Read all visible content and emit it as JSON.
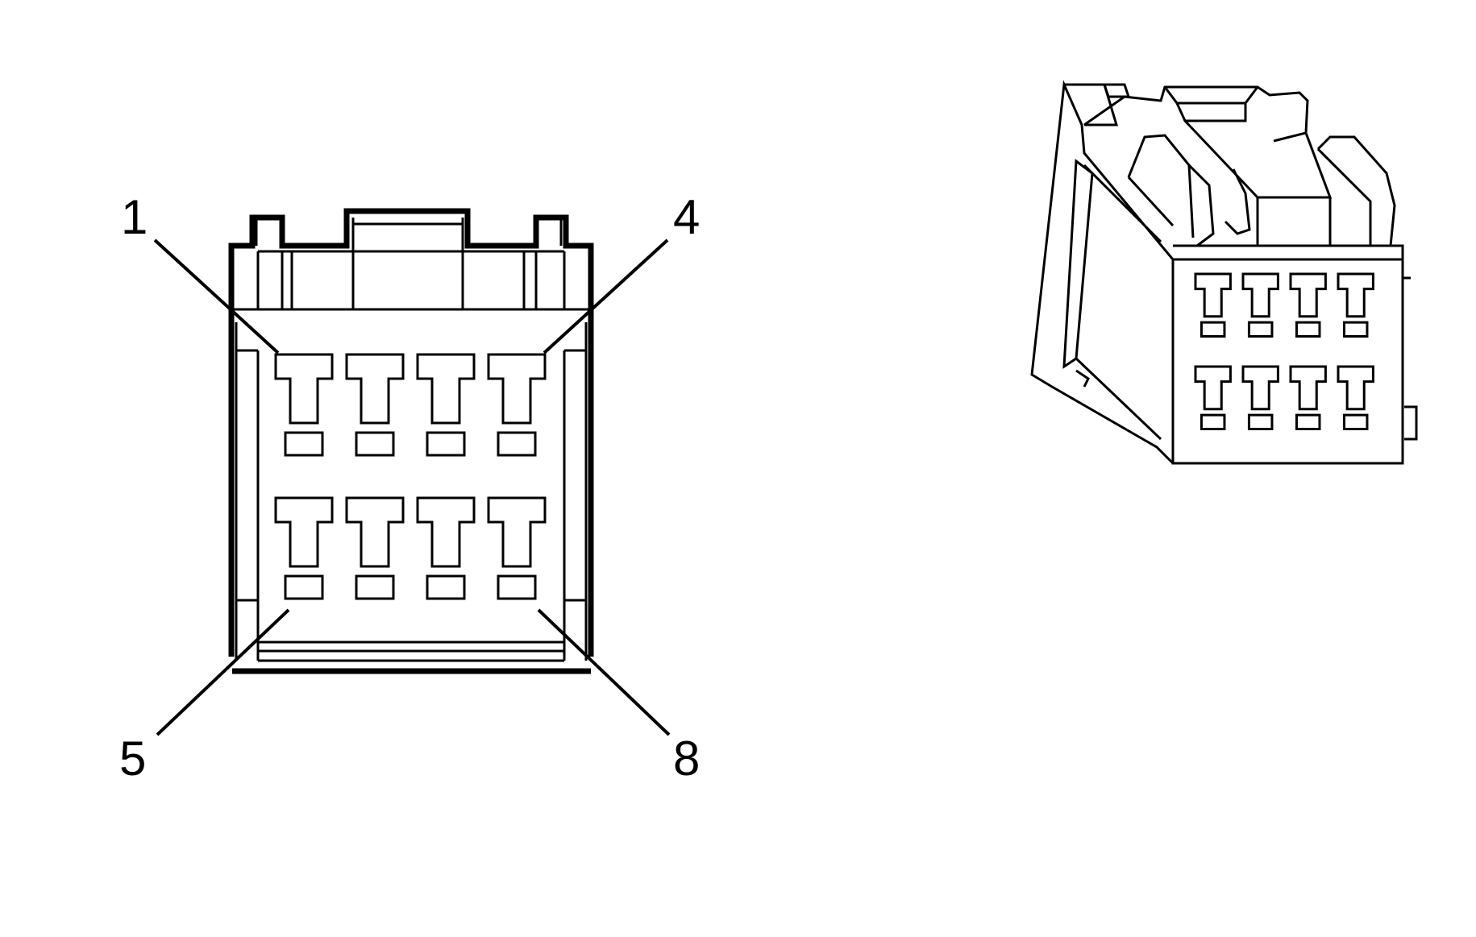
{
  "figure": {
    "pin_labels": {
      "top_left": "1",
      "top_right": "4",
      "bottom_left": "5",
      "bottom_right": "8"
    }
  },
  "colors": {
    "line": "#000000",
    "background": "#ffffff"
  }
}
